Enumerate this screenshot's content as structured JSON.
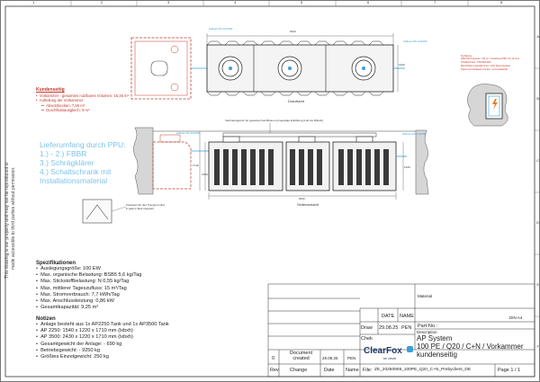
{
  "zones": {
    "columns": [
      "1",
      "2",
      "3",
      "4",
      "5",
      "6",
      "7",
      "8"
    ],
    "rows": [
      "A",
      "B",
      "C",
      "D",
      "E",
      "F"
    ]
  },
  "side_note": {
    "line1": "This drawing is our property and may not be reproduced or",
    "line2": "made accessible to third parties without permission."
  },
  "top_view": {
    "dim_length": "6420",
    "dim_width": "1220",
    "caption": "Draufsicht",
    "tag_left": "Zufluss DN 110/150",
    "tag_right": "Abfluss DN 110/150"
  },
  "side_view": {
    "caption": "Seitenansicht",
    "dim_length": "6420",
    "dim_height_outer": "1710",
    "dim_height_mid": "1330",
    "dim_height_right": "1420",
    "note_top": "Verbindungsrohr für gesamte Durchfluss und separate Entlüftung (Luft bis DN110)",
    "tag_left": "Zufluss DN 110/150",
    "tag_right": "Abfluss DN 110/150",
    "crane_note_line1": "Kranösen für den Transport sind",
    "crane_note_line2": "in jedem Tank integriert"
  },
  "cabinet_note": {
    "line1": "Gehäuse",
    "line2": "480x720 Polyester 7,93 m³ / Verteilung IP66 / 3x 16 mm²",
    "line3": "Schaltschrank: 700x500x200",
    "line4": "Beschriftete Leiterklemmen: 10% Reserveanteil",
    "line5": "Kabel und Schläuche für Ein- und Ausblasluft"
  },
  "kundenseitig": {
    "title": "Kundenseitig",
    "items": [
      "Vorkammer - gesamtes nutzbares Volumen: 16,35 m³",
      "Aufteilung der Vorkammer",
      "Absetzbecken: 7,65 m³",
      "Durchflussausgleich: 9 m³"
    ]
  },
  "lieferumfang": {
    "title": "Lieferumfang durch PPU:",
    "items": [
      "1.) - 2.) FBBR",
      "3.) Schrägklärer",
      "4.) Schaltschrank mit",
      "Installationsmaterial"
    ]
  },
  "spezifikationen": {
    "title": "Spezifikationen",
    "items": [
      "Auslegungsgröße: 100 EW",
      "Max. organische Belastung: BSB5 5,6 kg/Tag",
      "Max. Stickstoffbelastung: N 0,55 kg/Tag",
      "Max. mittlerer Tageszufluss: 15 m³/Tag",
      "Max. Stromverbrauch: 7,7 kWh/Tag",
      "Max. Anschlussleistung: 0,86 kW",
      "Gesamtkapazität: 9,25 m³"
    ]
  },
  "notizen": {
    "title": "Notizen",
    "items": [
      "Anlage besteht aus 1x AP2250 Tank und 1x AP3500 Tank",
      "AP 2250: 1540 x 1220 x 1710 mm (lxbxh)",
      "AP 3500: 2430 x 1220 x 1710 mm (lxbxh)",
      "Gesamtgewicht der Anlage: - 690 kg",
      "Betriebsgewicht: - 9250 kg",
      "Größtes Einzelgewicht: 250 kg"
    ]
  },
  "title_block": {
    "material_label": "Material",
    "date_label": "DATE",
    "name_label": "NAME",
    "din": "DIN A4",
    "draw_label": "Draw",
    "draw_date": "29.08.25",
    "draw_name": "PEN",
    "check_label": "Chek",
    "part_no_label": "Part-No.:",
    "brand": "ClearFox",
    "brand_sub": "be clever",
    "description_label": "Description",
    "desc_line1": "AP System",
    "desc_line2": "100 PE / Q20 / C+N / Vorkammer",
    "desc_line3": "kundenseitig",
    "rev_value": "0",
    "doc_created_line1": "Document",
    "doc_created_line2": "created",
    "rev_date": "29.08.25",
    "rev_name": "PEN",
    "rev_label": "Rev",
    "change_label": "Change",
    "date2_label": "Date",
    "name2_label": "Name",
    "file_label": "File:",
    "file_name": "ZE_20250909_100PE_Q20_C+N_Prebyclient_DE",
    "page_label": "Page 1 / 1"
  },
  "colors": {
    "accent_blue": "#3aa0d8",
    "accent_red": "#c0392b",
    "brand_navy": "#1f3a6b"
  }
}
